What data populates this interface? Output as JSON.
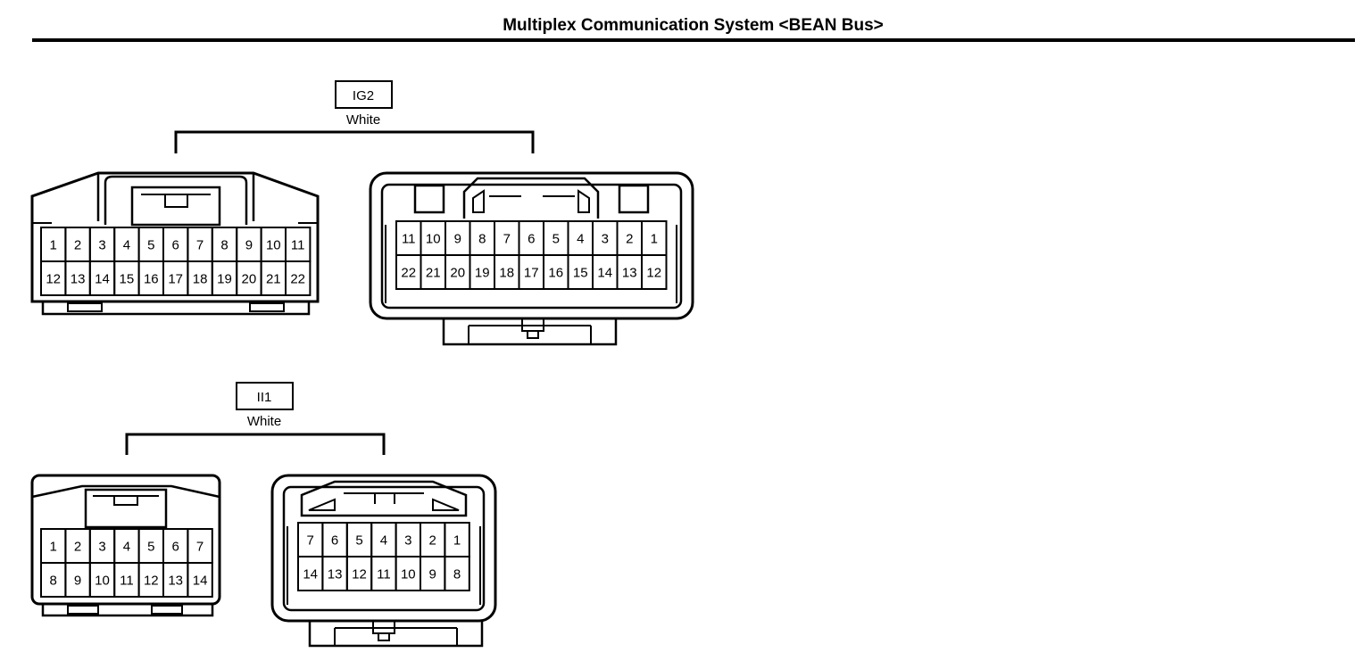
{
  "header": {
    "title": "Multiplex Communication System <BEAN Bus>"
  },
  "connectors": [
    {
      "code": "IG2",
      "color": "White",
      "male_pins_top": [
        "1",
        "2",
        "3",
        "4",
        "5",
        "6",
        "7",
        "8",
        "9",
        "10",
        "11"
      ],
      "male_pins_bottom": [
        "12",
        "13",
        "14",
        "15",
        "16",
        "17",
        "18",
        "19",
        "20",
        "21",
        "22"
      ],
      "female_pins_top": [
        "11",
        "10",
        "9",
        "8",
        "7",
        "6",
        "5",
        "4",
        "3",
        "2",
        "1"
      ],
      "female_pins_bottom": [
        "22",
        "21",
        "20",
        "19",
        "18",
        "17",
        "16",
        "15",
        "14",
        "13",
        "12"
      ]
    },
    {
      "code": "II1",
      "color": "White",
      "male_pins_top": [
        "1",
        "2",
        "3",
        "4",
        "5",
        "6",
        "7"
      ],
      "male_pins_bottom": [
        "8",
        "9",
        "10",
        "11",
        "12",
        "13",
        "14"
      ],
      "female_pins_top": [
        "7",
        "6",
        "5",
        "4",
        "3",
        "2",
        "1"
      ],
      "female_pins_bottom": [
        "14",
        "13",
        "12",
        "11",
        "10",
        "9",
        "8"
      ]
    }
  ]
}
